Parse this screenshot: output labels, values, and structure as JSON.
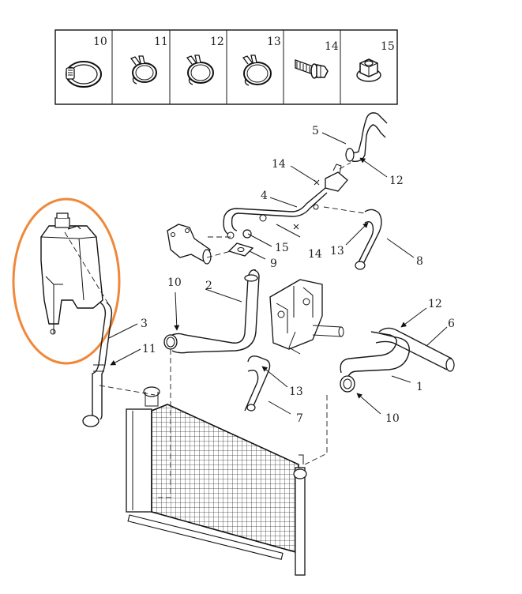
{
  "accent_color": "#f0883a",
  "parts_table": [
    {
      "number": "10",
      "icon": "worm-drive-hose-clamp-icon"
    },
    {
      "number": "11",
      "icon": "spring-hose-clamp-icon"
    },
    {
      "number": "12",
      "icon": "spring-hose-clamp-icon"
    },
    {
      "number": "13",
      "icon": "spring-hose-clamp-icon"
    },
    {
      "number": "14",
      "icon": "flange-bolt-icon"
    },
    {
      "number": "15",
      "icon": "flange-nut-icon"
    }
  ],
  "callouts": {
    "c1": "1",
    "c2": "2",
    "c3": "3",
    "c4": "4",
    "c5": "5",
    "c6": "6",
    "c7": "7",
    "c8": "8",
    "c9": "9",
    "c10a": "10",
    "c10b": "10",
    "c11": "11",
    "c12a": "12",
    "c12b": "12",
    "c13a": "13",
    "c13b": "13",
    "c14a": "14",
    "c14b": "14",
    "c15": "15"
  }
}
